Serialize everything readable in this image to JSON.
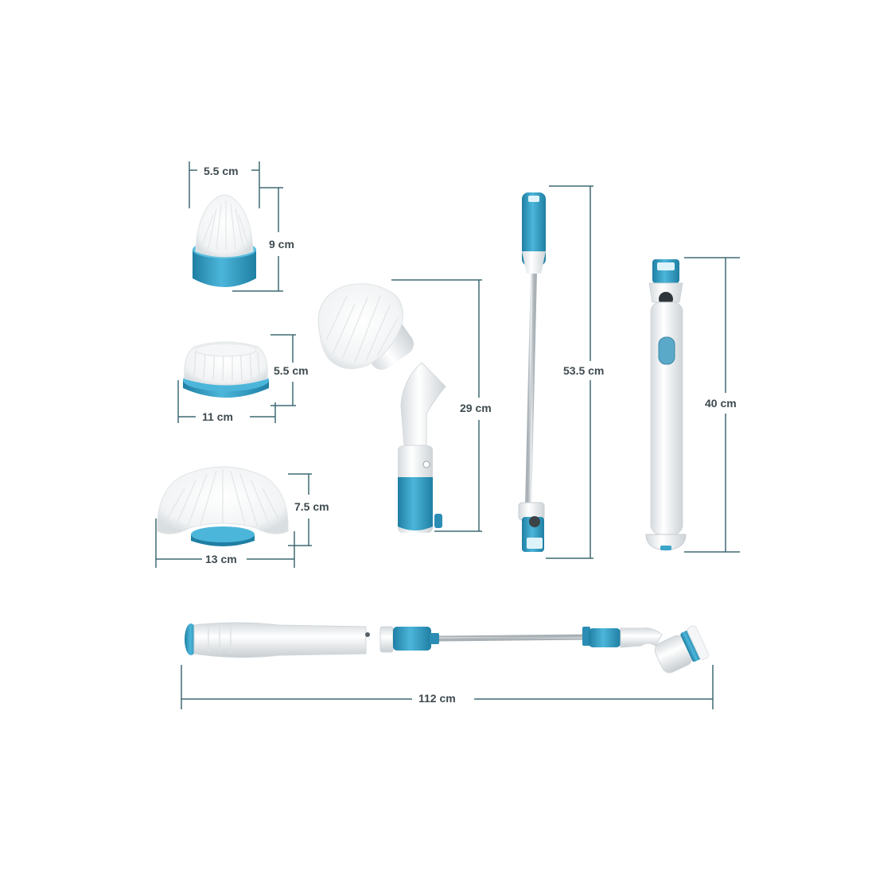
{
  "colors": {
    "accent_blue": "#3aa4c9",
    "accent_blue_dark": "#1f7fa3",
    "body_white": "#f3f5f7",
    "bristle_white": "#ffffff",
    "dimension_line": "#3f6a72",
    "shaft_gray": "#c9cfd3"
  },
  "dimensions": {
    "cone_brush_width": "5.5 cm",
    "cone_brush_height": "9 cm",
    "flat_brush_height": "5.5 cm",
    "flat_brush_width": "11 cm",
    "dome_brush_height": "7.5 cm",
    "dome_brush_width": "13 cm",
    "head_length": "29 cm",
    "extension_pole_length": "53.5 cm",
    "handle_length": "40 cm",
    "assembled_length": "112 cm"
  }
}
